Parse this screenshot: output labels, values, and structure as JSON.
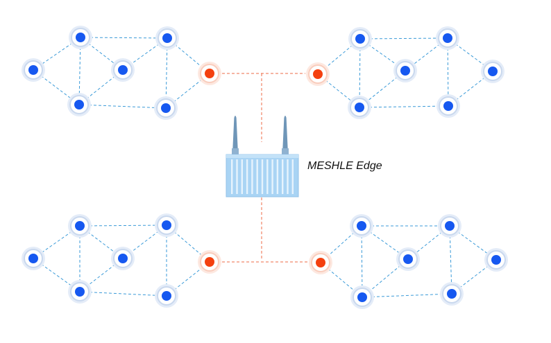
{
  "gateway": {
    "label": "MESHLE Edge",
    "icon": "router-icon"
  },
  "colors": {
    "node_fill": "#1658f0",
    "node_ring_outer": "#e4ecf8",
    "node_ring_inner": "#c9d8ee",
    "border_node_fill": "#f4400f",
    "border_ring_outer": "#fde8e0",
    "border_ring_inner": "#f9cdbd",
    "mesh_link": "#3a9ad8",
    "backhaul_link": "#ec6a45",
    "router_body": "#a9d4f4",
    "router_slot": "#e6f3fd",
    "antenna": "#6f96b8"
  },
  "clusters": [
    {
      "name": "top-left"
    },
    {
      "name": "top-right"
    },
    {
      "name": "bottom-left"
    },
    {
      "name": "bottom-right"
    }
  ]
}
